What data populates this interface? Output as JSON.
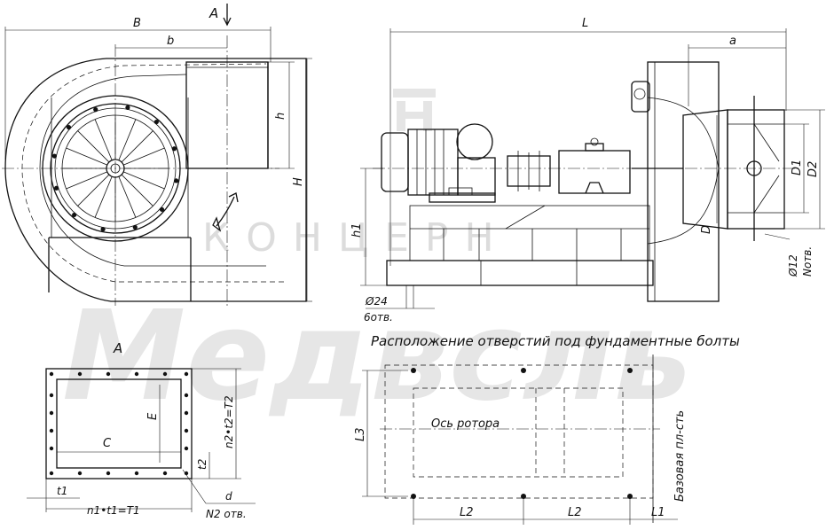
{
  "watermark": {
    "brand": "Медвсль",
    "company": "КОНЦЕРН"
  },
  "front_view": {
    "labels": {
      "B": "B",
      "b": "b",
      "h": "h",
      "H": "H",
      "A_arrow": "A"
    }
  },
  "side_view": {
    "labels": {
      "L": "L",
      "a": "a",
      "h1": "h1",
      "D": "D",
      "D1": "D1",
      "D2": "D2",
      "hole_dia": "Ø12",
      "hole_count": "Nотв.",
      "bolt_dia": "Ø24",
      "bolt_count": "6отв."
    }
  },
  "flange_view": {
    "title": "A",
    "labels": {
      "C": "C",
      "E": "E",
      "t1": "t1",
      "t2": "t2",
      "T1": "n1•t1=T1",
      "T2": "n2•t2=T2",
      "d": "d",
      "N2": "N2 отв."
    }
  },
  "foundation_plan": {
    "title": "Расположение отверстий под фундаментные болты",
    "rotor_axis": "Ось ротора",
    "base_plane": "Базовая пл-сть",
    "labels": {
      "L3": "L3",
      "L2a": "L2",
      "L2b": "L2",
      "L1": "L1"
    }
  }
}
